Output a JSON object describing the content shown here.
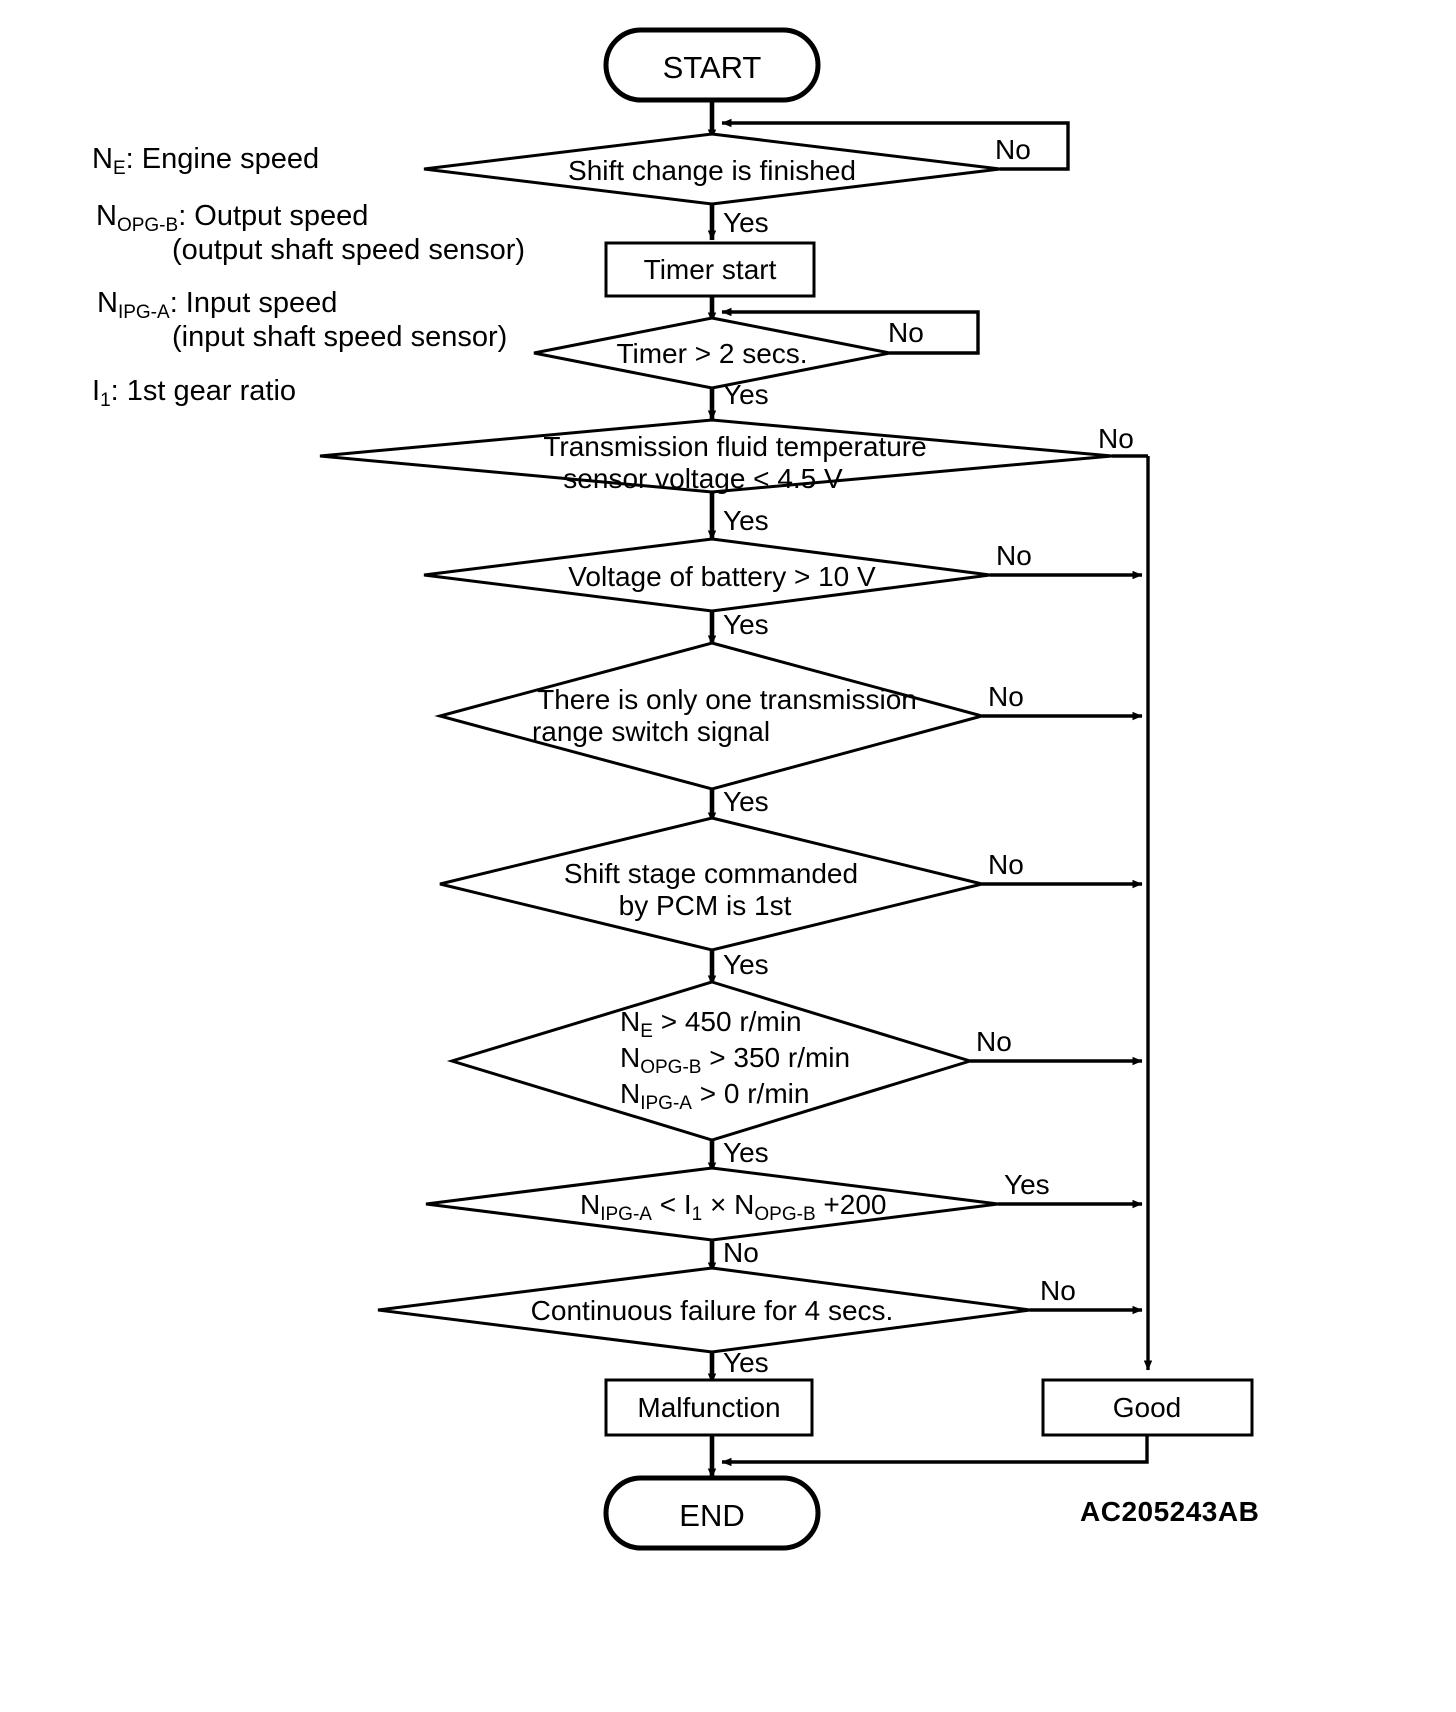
{
  "diagram": {
    "reference_code": "AC205243AB",
    "legend": [
      {
        "symbol": "N",
        "subscript": "E",
        "text": ": Engine speed",
        "detail": ""
      },
      {
        "symbol": "N",
        "subscript": "OPG-B",
        "text": ": Output speed",
        "detail": "(output shaft speed sensor)"
      },
      {
        "symbol": "N",
        "subscript": "IPG-A",
        "text": ": Input speed",
        "detail": "(input shaft speed sensor)"
      },
      {
        "symbol": "I",
        "subscript": "1",
        "text": ": 1st gear ratio",
        "detail": ""
      }
    ],
    "nodes": {
      "start": "START",
      "shift_change": "Shift change is finished",
      "timer_start": "Timer start",
      "timer_2secs": "Timer > 2 secs.",
      "fluid_temp_l1": "Transmission fluid temperature",
      "fluid_temp_l2": "sensor voltage < 4.5 V",
      "battery": "Voltage of battery > 10 V",
      "range_switch_l1": "There is only one transmission",
      "range_switch_l2": "range switch signal",
      "shift_stage_l1": "Shift stage commanded",
      "shift_stage_l2": "by PCM is 1st",
      "speeds_l1_a": "N",
      "speeds_l1_sub": "E",
      "speeds_l1_b": " > 450 r/min",
      "speeds_l2_a": "N",
      "speeds_l2_sub": "OPG-B",
      "speeds_l2_b": " > 350 r/min",
      "speeds_l3_a": "N",
      "speeds_l3_sub": "IPG-A",
      "speeds_l3_b": " > 0 r/min",
      "ratio_a": "N",
      "ratio_sub1": "IPG-A",
      "ratio_b": " < I",
      "ratio_sub2": "1",
      "ratio_c": " × N",
      "ratio_sub3": "OPG-B",
      "ratio_d": " +200",
      "continuous_failure": "Continuous failure for 4 secs.",
      "malfunction": "Malfunction",
      "good": "Good",
      "end": "END"
    },
    "branch_labels": {
      "no": "No",
      "yes": "Yes"
    },
    "edges": [
      {
        "from": "shift_change",
        "label": "No",
        "target": "loop-back-to-shift-change"
      },
      {
        "from": "shift_change",
        "label": "Yes",
        "target": "timer_start"
      },
      {
        "from": "timer_2secs",
        "label": "No",
        "target": "loop-back-to-timer"
      },
      {
        "from": "timer_2secs",
        "label": "Yes",
        "target": "fluid_temp"
      },
      {
        "from": "fluid_temp",
        "label": "No",
        "target": "good"
      },
      {
        "from": "fluid_temp",
        "label": "Yes",
        "target": "battery"
      },
      {
        "from": "battery",
        "label": "No",
        "target": "good"
      },
      {
        "from": "battery",
        "label": "Yes",
        "target": "range_switch"
      },
      {
        "from": "range_switch",
        "label": "No",
        "target": "good"
      },
      {
        "from": "range_switch",
        "label": "Yes",
        "target": "shift_stage"
      },
      {
        "from": "shift_stage",
        "label": "No",
        "target": "good"
      },
      {
        "from": "shift_stage",
        "label": "Yes",
        "target": "speeds"
      },
      {
        "from": "speeds",
        "label": "No",
        "target": "good"
      },
      {
        "from": "speeds",
        "label": "Yes",
        "target": "ratio"
      },
      {
        "from": "ratio",
        "label": "Yes",
        "target": "good"
      },
      {
        "from": "ratio",
        "label": "No",
        "target": "continuous_failure"
      },
      {
        "from": "continuous_failure",
        "label": "No",
        "target": "good"
      },
      {
        "from": "continuous_failure",
        "label": "Yes",
        "target": "malfunction"
      },
      {
        "from": "malfunction",
        "label": "",
        "target": "end"
      },
      {
        "from": "good",
        "label": "",
        "target": "end"
      }
    ]
  }
}
